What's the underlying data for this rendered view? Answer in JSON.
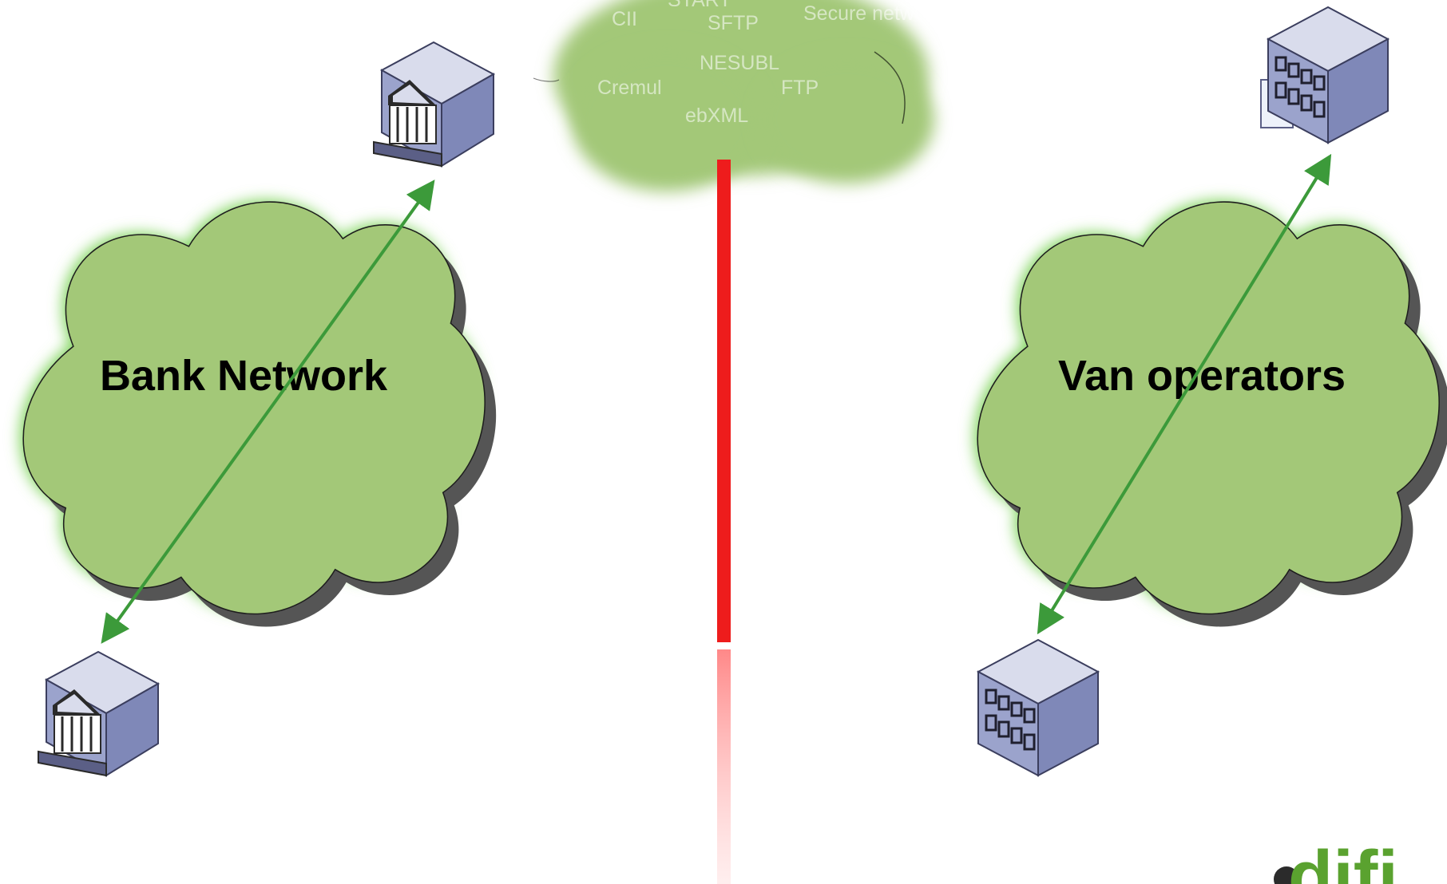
{
  "diagram": {
    "bank_cloud": {
      "label": "Bank Network"
    },
    "van_cloud": {
      "label": "Van operators"
    },
    "top_cloud": {
      "protocols": [
        {
          "id": "start",
          "text": "START"
        },
        {
          "id": "cii",
          "text": "CII"
        },
        {
          "id": "sftp",
          "text": "SFTP"
        },
        {
          "id": "secure",
          "text": "Secure network"
        },
        {
          "id": "nesubl",
          "text": "NESUBL"
        },
        {
          "id": "cremul",
          "text": "Cremul"
        },
        {
          "id": "ftp",
          "text": "FTP"
        },
        {
          "id": "ebxml",
          "text": "ebXML"
        }
      ]
    },
    "logo": {
      "text": "difi"
    },
    "colors": {
      "cloud_fill": "#a3c878",
      "cloud_glow": "#7ed35a",
      "arrow": "#3c9a3a",
      "divider": "#ee1c1c",
      "server_front": "#9ba3cc",
      "server_top": "#d9dcec",
      "server_side": "#7f88b8"
    }
  }
}
